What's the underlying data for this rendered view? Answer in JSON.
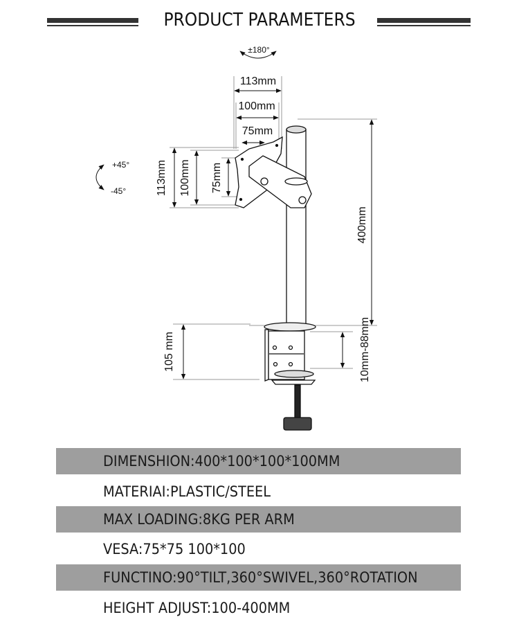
{
  "header": {
    "title": "PRODUCT PARAMETERS"
  },
  "diagram": {
    "swivel": "±180°",
    "tilt_up": "+45°",
    "tilt_down": "-45°",
    "width_113": "113mm",
    "width_100": "100mm",
    "width_75": "75mm",
    "height_113": "113mm",
    "height_100": "100mm",
    "height_75": "75mm",
    "pole_height": "400mm",
    "clamp_height": "105 mm",
    "desk_thickness": "10mm-88mm"
  },
  "specs": [
    "DIMENSHION:400*100*100*100MM",
    "MATERIAI:PLASTIC/STEEL",
    "MAX LOADING:8KG PER ARM",
    "VESA:75*75 100*100",
    "FUNCTINO:90°TILT,360°SWIVEL,360°ROTATION",
    "HEIGHT ADJUST:100-400MM"
  ],
  "colors": {
    "band": "#9e9e9e",
    "bar": "#333333"
  }
}
